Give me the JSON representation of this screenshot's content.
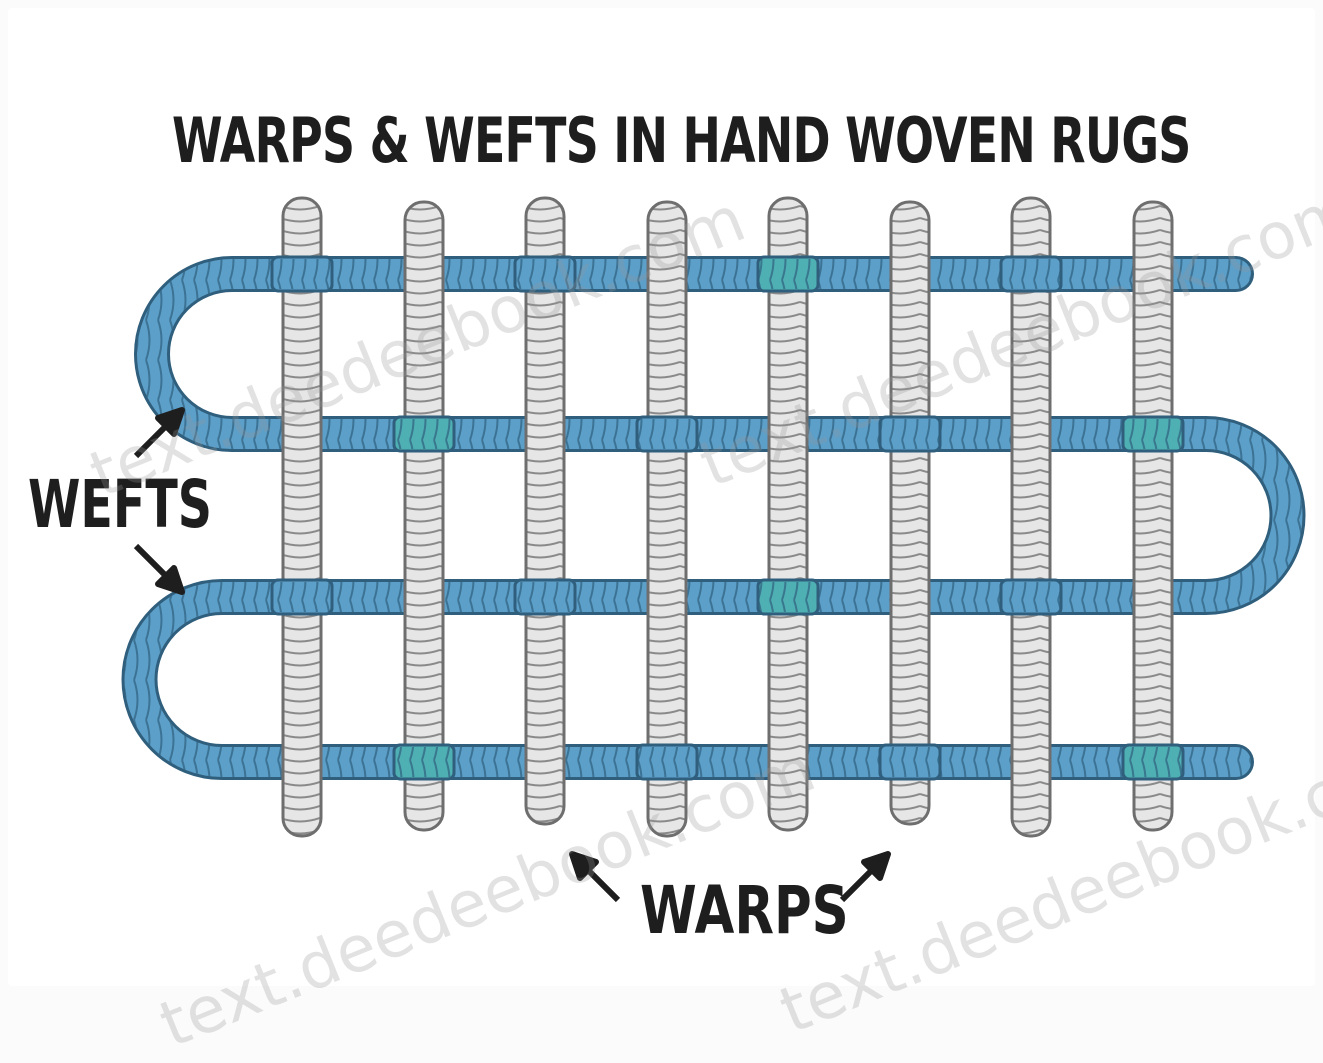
{
  "title": "WARPS & WEFTS IN HAND WOVEN RUGS",
  "labels": {
    "wefts": "WEFTS",
    "warps": "WARPS"
  },
  "watermarks": [
    "text.deedeebook.com",
    "text.deedeebook.com",
    "text.deedeebook.com",
    "text.deedeebook.com"
  ],
  "diagram": {
    "warp_count": 8,
    "weft_rows": 4,
    "colors": {
      "warp_fill": "#e4e4e4",
      "warp_stroke": "#6e6e6e",
      "weft_blue": "#5c9fc9",
      "weft_teal": "#4fb0b4",
      "weft_stroke": "#2f5f7d",
      "ink": "#1e1e1e"
    }
  }
}
